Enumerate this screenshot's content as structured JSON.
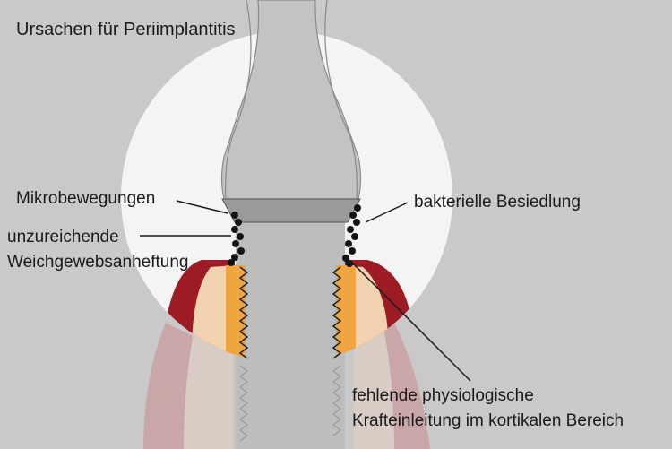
{
  "title": "Ursachen für Periimplantitis",
  "labels": {
    "micro": "Mikrobewegungen",
    "soft_line1": "unzureichende",
    "soft_line2": "Weichgewebsanheftung",
    "bacterial": "bakterielle Besiedlung",
    "force_line1": "fehlende physiologische",
    "force_line2": "Krafteinleitung im kortikalen Bereich"
  },
  "colors": {
    "background": "#c9c9c9",
    "highlight_circle": "#f4f4f4",
    "implant": "#bdbdbd",
    "gingiva": "#9c1b24",
    "bone": "#f1d3b2",
    "thread_zone": "#f0a640",
    "bacteria": "#141414"
  }
}
